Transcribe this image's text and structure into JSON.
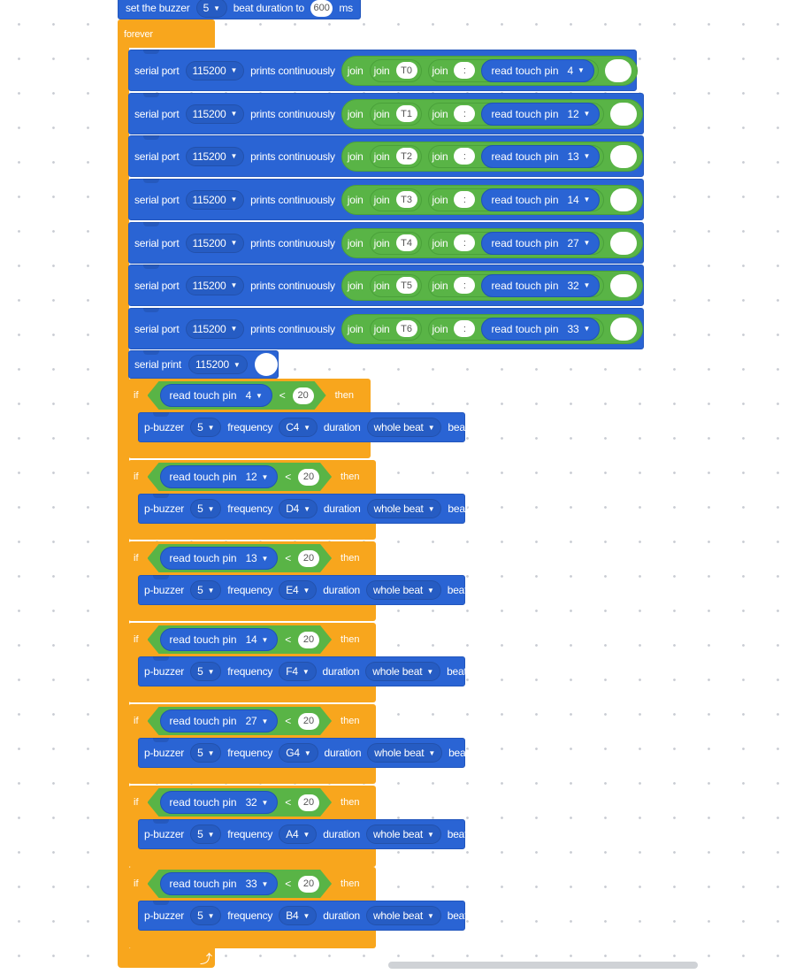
{
  "set_buzzer": {
    "label": "set the buzzer",
    "pin": "5",
    "beat_label": "beat duration to",
    "beat_value": "600",
    "unit": "ms"
  },
  "forever_label": "forever",
  "serial_rows": [
    {
      "port_label": "serial port",
      "baud": "115200",
      "prints_label": "prints continuously",
      "join": "join",
      "tag": "T0",
      "colon": ":",
      "touch_label": "read touch pin",
      "pin": "4"
    },
    {
      "port_label": "serial port",
      "baud": "115200",
      "prints_label": "prints continuously",
      "join": "join",
      "tag": "T1",
      "colon": ":",
      "touch_label": "read touch pin",
      "pin": "12"
    },
    {
      "port_label": "serial port",
      "baud": "115200",
      "prints_label": "prints continuously",
      "join": "join",
      "tag": "T2",
      "colon": ":",
      "touch_label": "read touch pin",
      "pin": "13"
    },
    {
      "port_label": "serial port",
      "baud": "115200",
      "prints_label": "prints continuously",
      "join": "join",
      "tag": "T3",
      "colon": ":",
      "touch_label": "read touch pin",
      "pin": "14"
    },
    {
      "port_label": "serial port",
      "baud": "115200",
      "prints_label": "prints continuously",
      "join": "join",
      "tag": "T4",
      "colon": ":",
      "touch_label": "read touch pin",
      "pin": "27"
    },
    {
      "port_label": "serial port",
      "baud": "115200",
      "prints_label": "prints continuously",
      "join": "join",
      "tag": "T5",
      "colon": ":",
      "touch_label": "read touch pin",
      "pin": "32"
    },
    {
      "port_label": "serial port",
      "baud": "115200",
      "prints_label": "prints continuously",
      "join": "join",
      "tag": "T6",
      "colon": ":",
      "touch_label": "read touch pin",
      "pin": "33"
    }
  ],
  "serial_print": {
    "label": "serial print",
    "baud": "115200"
  },
  "if_blocks": [
    {
      "if": "if",
      "touch_label": "read touch pin",
      "pin": "4",
      "op": "<",
      "value": "20",
      "then": "then",
      "buzzer": "p-buzzer",
      "buzzer_pin": "5",
      "freq_label": "frequency",
      "note": "C4",
      "dur_label": "duration",
      "beat": "whole beat",
      "beat_word": "beat"
    },
    {
      "if": "if",
      "touch_label": "read touch pin",
      "pin": "12",
      "op": "<",
      "value": "20",
      "then": "then",
      "buzzer": "p-buzzer",
      "buzzer_pin": "5",
      "freq_label": "frequency",
      "note": "D4",
      "dur_label": "duration",
      "beat": "whole beat",
      "beat_word": "beat"
    },
    {
      "if": "if",
      "touch_label": "read touch pin",
      "pin": "13",
      "op": "<",
      "value": "20",
      "then": "then",
      "buzzer": "p-buzzer",
      "buzzer_pin": "5",
      "freq_label": "frequency",
      "note": "E4",
      "dur_label": "duration",
      "beat": "whole beat",
      "beat_word": "beat"
    },
    {
      "if": "if",
      "touch_label": "read touch pin",
      "pin": "14",
      "op": "<",
      "value": "20",
      "then": "then",
      "buzzer": "p-buzzer",
      "buzzer_pin": "5",
      "freq_label": "frequency",
      "note": "F4",
      "dur_label": "duration",
      "beat": "whole beat",
      "beat_word": "beat"
    },
    {
      "if": "if",
      "touch_label": "read touch pin",
      "pin": "27",
      "op": "<",
      "value": "20",
      "then": "then",
      "buzzer": "p-buzzer",
      "buzzer_pin": "5",
      "freq_label": "frequency",
      "note": "G4",
      "dur_label": "duration",
      "beat": "whole beat",
      "beat_word": "beat"
    },
    {
      "if": "if",
      "touch_label": "read touch pin",
      "pin": "32",
      "op": "<",
      "value": "20",
      "then": "then",
      "buzzer": "p-buzzer",
      "buzzer_pin": "5",
      "freq_label": "frequency",
      "note": "A4",
      "dur_label": "duration",
      "beat": "whole beat",
      "beat_word": "beat"
    },
    {
      "if": "if",
      "touch_label": "read touch pin",
      "pin": "33",
      "op": "<",
      "value": "20",
      "then": "then",
      "buzzer": "p-buzzer",
      "buzzer_pin": "5",
      "freq_label": "frequency",
      "note": "B4",
      "dur_label": "duration",
      "beat": "whole beat",
      "beat_word": "beat"
    }
  ],
  "icons": {
    "dropdown": "dropdown-arrow-icon",
    "loop": "loop-arrow-icon"
  },
  "colors": {
    "blue": "#2a64d4",
    "orange": "#f8a61d",
    "green": "#59b446"
  }
}
